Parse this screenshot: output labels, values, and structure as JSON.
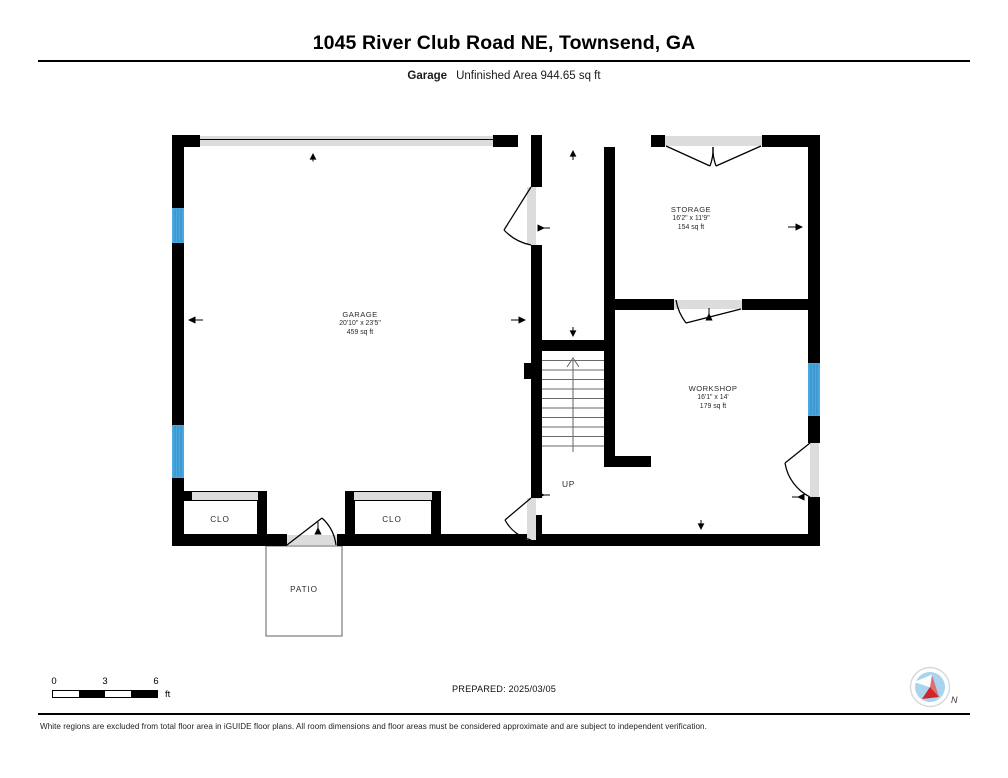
{
  "header": {
    "address": "1045 River Club Road NE, Townsend, GA",
    "level_label": "Garage",
    "area_label": "Unfinished Area 944.65 sq ft"
  },
  "rooms": [
    {
      "name": "GARAGE",
      "dimensions": "20'10\" x 23'5\"",
      "area": "459 sq ft"
    },
    {
      "name": "STORAGE",
      "dimensions": "16'2\" x 11'9\"",
      "area": "154 sq ft"
    },
    {
      "name": "WORKSHOP",
      "dimensions": "16'1\" x 14'",
      "area": "179 sq ft"
    },
    {
      "name": "CLO",
      "dimensions": "",
      "area": ""
    },
    {
      "name": "CLO",
      "dimensions": "",
      "area": ""
    },
    {
      "name": "PATIO",
      "dimensions": "",
      "area": ""
    }
  ],
  "stairs": {
    "direction_label": "UP",
    "tread_count": 11
  },
  "scale": {
    "ticks": [
      "0",
      "3",
      "6"
    ],
    "unit": "ft",
    "segments": [
      "off",
      "on",
      "off",
      "on"
    ]
  },
  "prepared": "PREPARED: 2025/03/05",
  "compass": {
    "label": "N"
  },
  "footer_note": "White regions are excluded from total floor area in iGUIDE floor plans. All room dimensions and floor areas must be considered approximate and are subject to independent verification.",
  "colors": {
    "wall": "#000000",
    "window": "#4aa8e0",
    "door_fill": "#dcdcdc",
    "text": "#2b2b2b",
    "patio_outline": "#6f6f6f",
    "compass_disc": "#a8d4ee",
    "compass_needle": "#d1232a"
  }
}
